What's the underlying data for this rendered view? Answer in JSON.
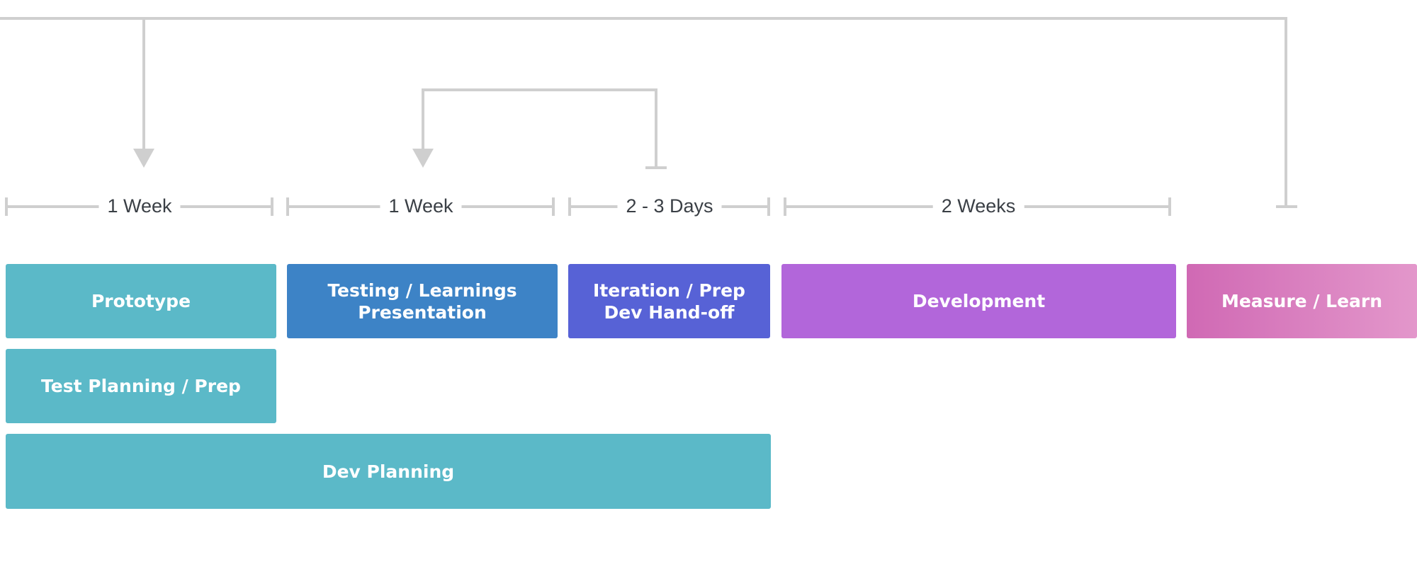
{
  "durations": [
    {
      "label": "1 Week"
    },
    {
      "label": "1 Week"
    },
    {
      "label": "2 - 3 Days"
    },
    {
      "label": "2 Weeks"
    }
  ],
  "phases": {
    "prototype": {
      "label": "Prototype",
      "color": "#5bb9c8"
    },
    "testing": {
      "label": "Testing / Learnings\nPresentation",
      "color": "#3d83c6"
    },
    "iteration": {
      "label": "Iteration / Prep\nDev Hand-off",
      "color": "#5762d6"
    },
    "development": {
      "label": "Development",
      "color": "#b266da"
    },
    "measure": {
      "label": "Measure / Learn",
      "color": "#d069b4",
      "color_end": "#e397cb"
    },
    "test_planning": {
      "label": "Test Planning / Prep",
      "color": "#5bb9c8"
    },
    "dev_planning": {
      "label": "Dev Planning",
      "color": "#5bb9c8"
    }
  },
  "connector_color": "#cfcfcf",
  "label_color": "#3a3f45"
}
